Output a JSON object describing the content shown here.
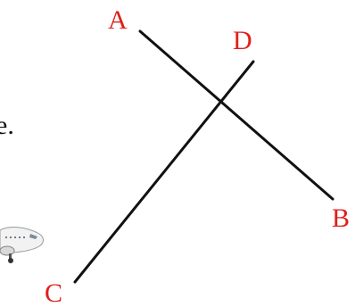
{
  "diagram": {
    "points": {
      "A": {
        "label": "A"
      },
      "B": {
        "label": "B"
      },
      "C": {
        "label": "C"
      },
      "D": {
        "label": "D"
      }
    },
    "segments": [
      {
        "from": "A",
        "to": "B"
      },
      {
        "from": "C",
        "to": "D"
      }
    ],
    "stray_text": "e.",
    "colors": {
      "label": "#e0201b",
      "line": "#111111"
    },
    "icons": [
      "airplane-icon"
    ]
  }
}
